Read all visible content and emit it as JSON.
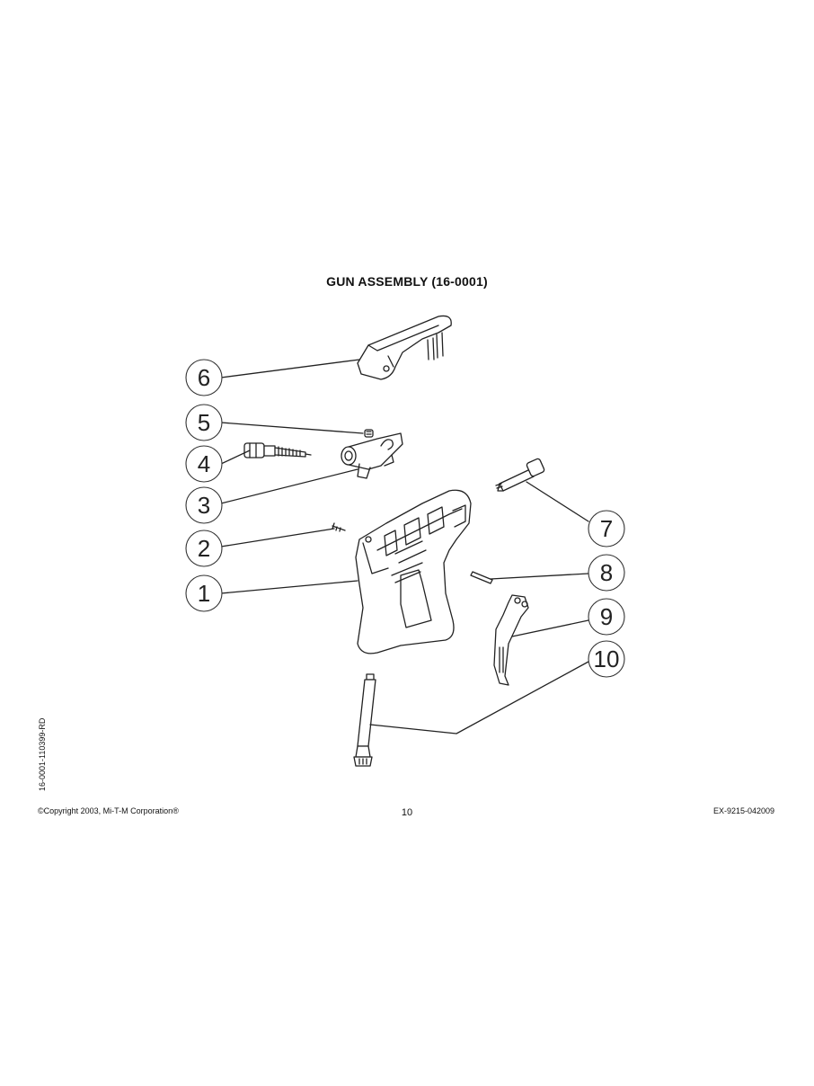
{
  "title": "GUN ASSEMBLY (16-0001)",
  "callouts": [
    {
      "label": "1",
      "part": "gun-body"
    },
    {
      "label": "2",
      "part": "screw"
    },
    {
      "label": "3",
      "part": "valve-body"
    },
    {
      "label": "4",
      "part": "valve-stem-assembly"
    },
    {
      "label": "5",
      "part": "set-screw"
    },
    {
      "label": "6",
      "part": "trigger-guard"
    },
    {
      "label": "7",
      "part": "inlet-fitting"
    },
    {
      "label": "8",
      "part": "pin"
    },
    {
      "label": "9",
      "part": "trigger"
    },
    {
      "label": "10",
      "part": "inlet-tube"
    }
  ],
  "footer": {
    "copyright": "©Copyright 2003, Mi-T-M Corporation®",
    "page_number": "10",
    "doc_code": "EX-9215-042009",
    "side_code": "16-0001-110399-RD"
  }
}
